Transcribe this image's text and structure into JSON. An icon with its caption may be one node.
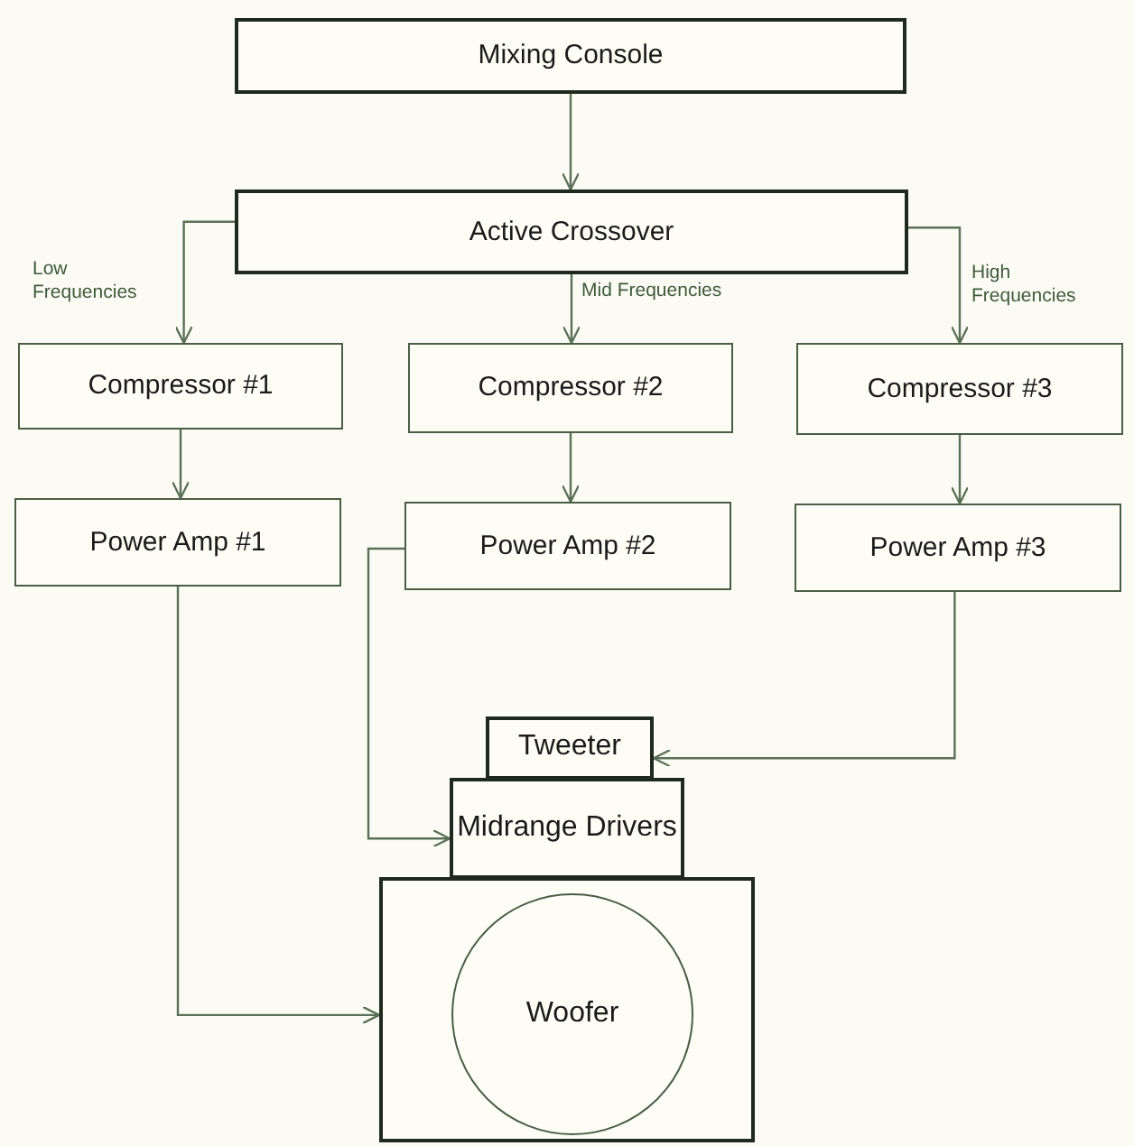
{
  "diagram": {
    "nodes": [
      {
        "text": [
          "Mixing Console"
        ]
      },
      {
        "text": [
          "Active Crossover"
        ]
      },
      {
        "text": [
          "Compressor #1"
        ]
      },
      {
        "text": [
          "Compressor #2"
        ]
      },
      {
        "text": [
          "Compressor #3"
        ]
      },
      {
        "text": [
          "Power Amp #1"
        ]
      },
      {
        "text": [
          "Power Amp #2"
        ]
      },
      {
        "text": [
          "Power Amp #3"
        ]
      },
      {
        "text": [
          "Tweeter"
        ]
      },
      {
        "text": [
          "Midrange Drivers"
        ]
      },
      {
        "text": [],
        "shape": "box"
      },
      {
        "text": [
          "Woofer"
        ],
        "in": 10
      }
    ],
    "edges": [
      {
        "from": 0,
        "to": 1,
        "arrow": "to"
      },
      {
        "from": 1,
        "to": 2,
        "arrow": "to",
        "label": "Low Frequencies"
      },
      {
        "from": 1,
        "to": 3,
        "arrow": "to",
        "label": "Mid Frequencies"
      },
      {
        "from": 1,
        "to": 4,
        "arrow": "to",
        "label": "High Frequencies"
      },
      {
        "from": 2,
        "to": 5,
        "arrow": "to"
      },
      {
        "from": 3,
        "to": 6,
        "arrow": "to"
      },
      {
        "from": 4,
        "to": 7,
        "arrow": "to"
      },
      {
        "from": 5,
        "to": 10,
        "arrow": "to"
      },
      {
        "from": 6,
        "to": 9,
        "arrow": "to"
      },
      {
        "from": 7,
        "to": 8,
        "arrow": "to"
      }
    ]
  }
}
